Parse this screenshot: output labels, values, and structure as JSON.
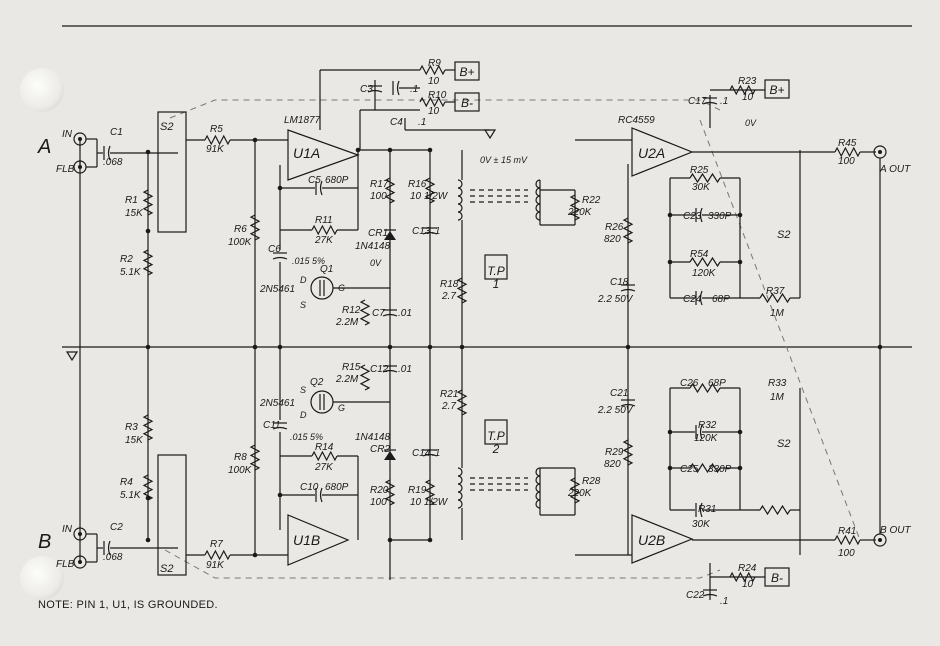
{
  "note": "NOTE:  PIN 1, U1, IS GROUNDED.",
  "channels": {
    "a": "A",
    "b": "B"
  },
  "jacks": {
    "in": "IN",
    "flb": "FLB",
    "a_out": "A OUT",
    "b_out": "B OUT"
  },
  "supplies": {
    "b_plus": "B+",
    "b_minus": "B-"
  },
  "chips": {
    "u1": "LM1877",
    "u2": "RC4559"
  },
  "opamps": {
    "u1a": "U1A",
    "u1b": "U1B",
    "u2a": "U2A",
    "u2b": "U2B"
  },
  "transistors": {
    "q1": "Q1",
    "q2": "Q2",
    "q1_part": "2N5461",
    "q2_part": "2N5461"
  },
  "fet_pins": {
    "d": "D",
    "g": "G",
    "s": "S"
  },
  "diodes": {
    "cr1": "CR1",
    "cr2": "CR2",
    "cr1_part": "1N4148",
    "cr2_part": "1N4148"
  },
  "test_points": {
    "tp1": "T.P\n1",
    "tp2": "T.P\n2"
  },
  "annotations": {
    "ov_top": "0V ± 15 mV",
    "ov_q1": "0V",
    "ov_u2a": "0V"
  },
  "switches": {
    "s2": "S2"
  },
  "resistors": {
    "r1": [
      "R1",
      "15K"
    ],
    "r2": [
      "R2",
      "5.1K"
    ],
    "r3": [
      "R3",
      "15K"
    ],
    "r4": [
      "R4",
      "5.1K"
    ],
    "r5": [
      "R5",
      "91K"
    ],
    "r6": [
      "R6",
      "100K"
    ],
    "r7": [
      "R7",
      "91K"
    ],
    "r8": [
      "R8",
      "100K"
    ],
    "r9": [
      "R9",
      "10"
    ],
    "r10": [
      "R10",
      "10"
    ],
    "r11": [
      "R11",
      "27K"
    ],
    "r12": [
      "R12",
      "2.2M"
    ],
    "r14": [
      "R14",
      "27K"
    ],
    "r15": [
      "R15",
      "2.2M"
    ],
    "r16": [
      "R16",
      "10 1/2W"
    ],
    "r17": [
      "R17",
      "100"
    ],
    "r18": [
      "R18",
      "2.7"
    ],
    "r19": [
      "R19",
      "10 1/2W"
    ],
    "r20": [
      "R20",
      "100"
    ],
    "r21": [
      "R21",
      "2.7"
    ],
    "r22": [
      "R22",
      "220K"
    ],
    "r23": [
      "R23",
      "10"
    ],
    "r24": [
      "R24",
      "10"
    ],
    "r25": [
      "R25",
      "30K"
    ],
    "r26": [
      "R26",
      "820"
    ],
    "r28": [
      "R28",
      "220K"
    ],
    "r29": [
      "R29",
      "820"
    ],
    "r31": [
      "R31",
      "30K"
    ],
    "r32": [
      "R32",
      "120K"
    ],
    "r33": [
      "R33",
      "1M"
    ],
    "r37": [
      "R37",
      "1M"
    ],
    "r41": [
      "R41",
      "100"
    ],
    "r45": [
      "R45",
      "100"
    ],
    "r54": [
      "R54",
      "120K"
    ]
  },
  "capacitors": {
    "c1": [
      "C1",
      ".068"
    ],
    "c2": [
      "C2",
      ".068"
    ],
    "c3": [
      "C3",
      ".1"
    ],
    "c4": [
      "C4",
      ".1"
    ],
    "c5": [
      "C5",
      "680P"
    ],
    "c6": [
      "C6",
      ".015 5%"
    ],
    "c7": [
      "C7",
      ".01"
    ],
    "c10": [
      "C10",
      "680P"
    ],
    "c11": [
      "C11",
      ".015 5%"
    ],
    "c12": [
      "C12",
      ".01"
    ],
    "c13": [
      "C13",
      ".1"
    ],
    "c14": [
      "C14",
      ".1"
    ],
    "c17": [
      "C17",
      ".1"
    ],
    "c18": [
      "C18",
      "2.2 50V"
    ],
    "c21": [
      "C21",
      "2.2 50V"
    ],
    "c22": [
      "C22",
      ".1"
    ],
    "c23": [
      "C23",
      "330P"
    ],
    "c24": [
      "C24",
      "68P"
    ],
    "c25": [
      "C25",
      "330P"
    ],
    "c26": [
      "C26",
      "68P"
    ]
  }
}
